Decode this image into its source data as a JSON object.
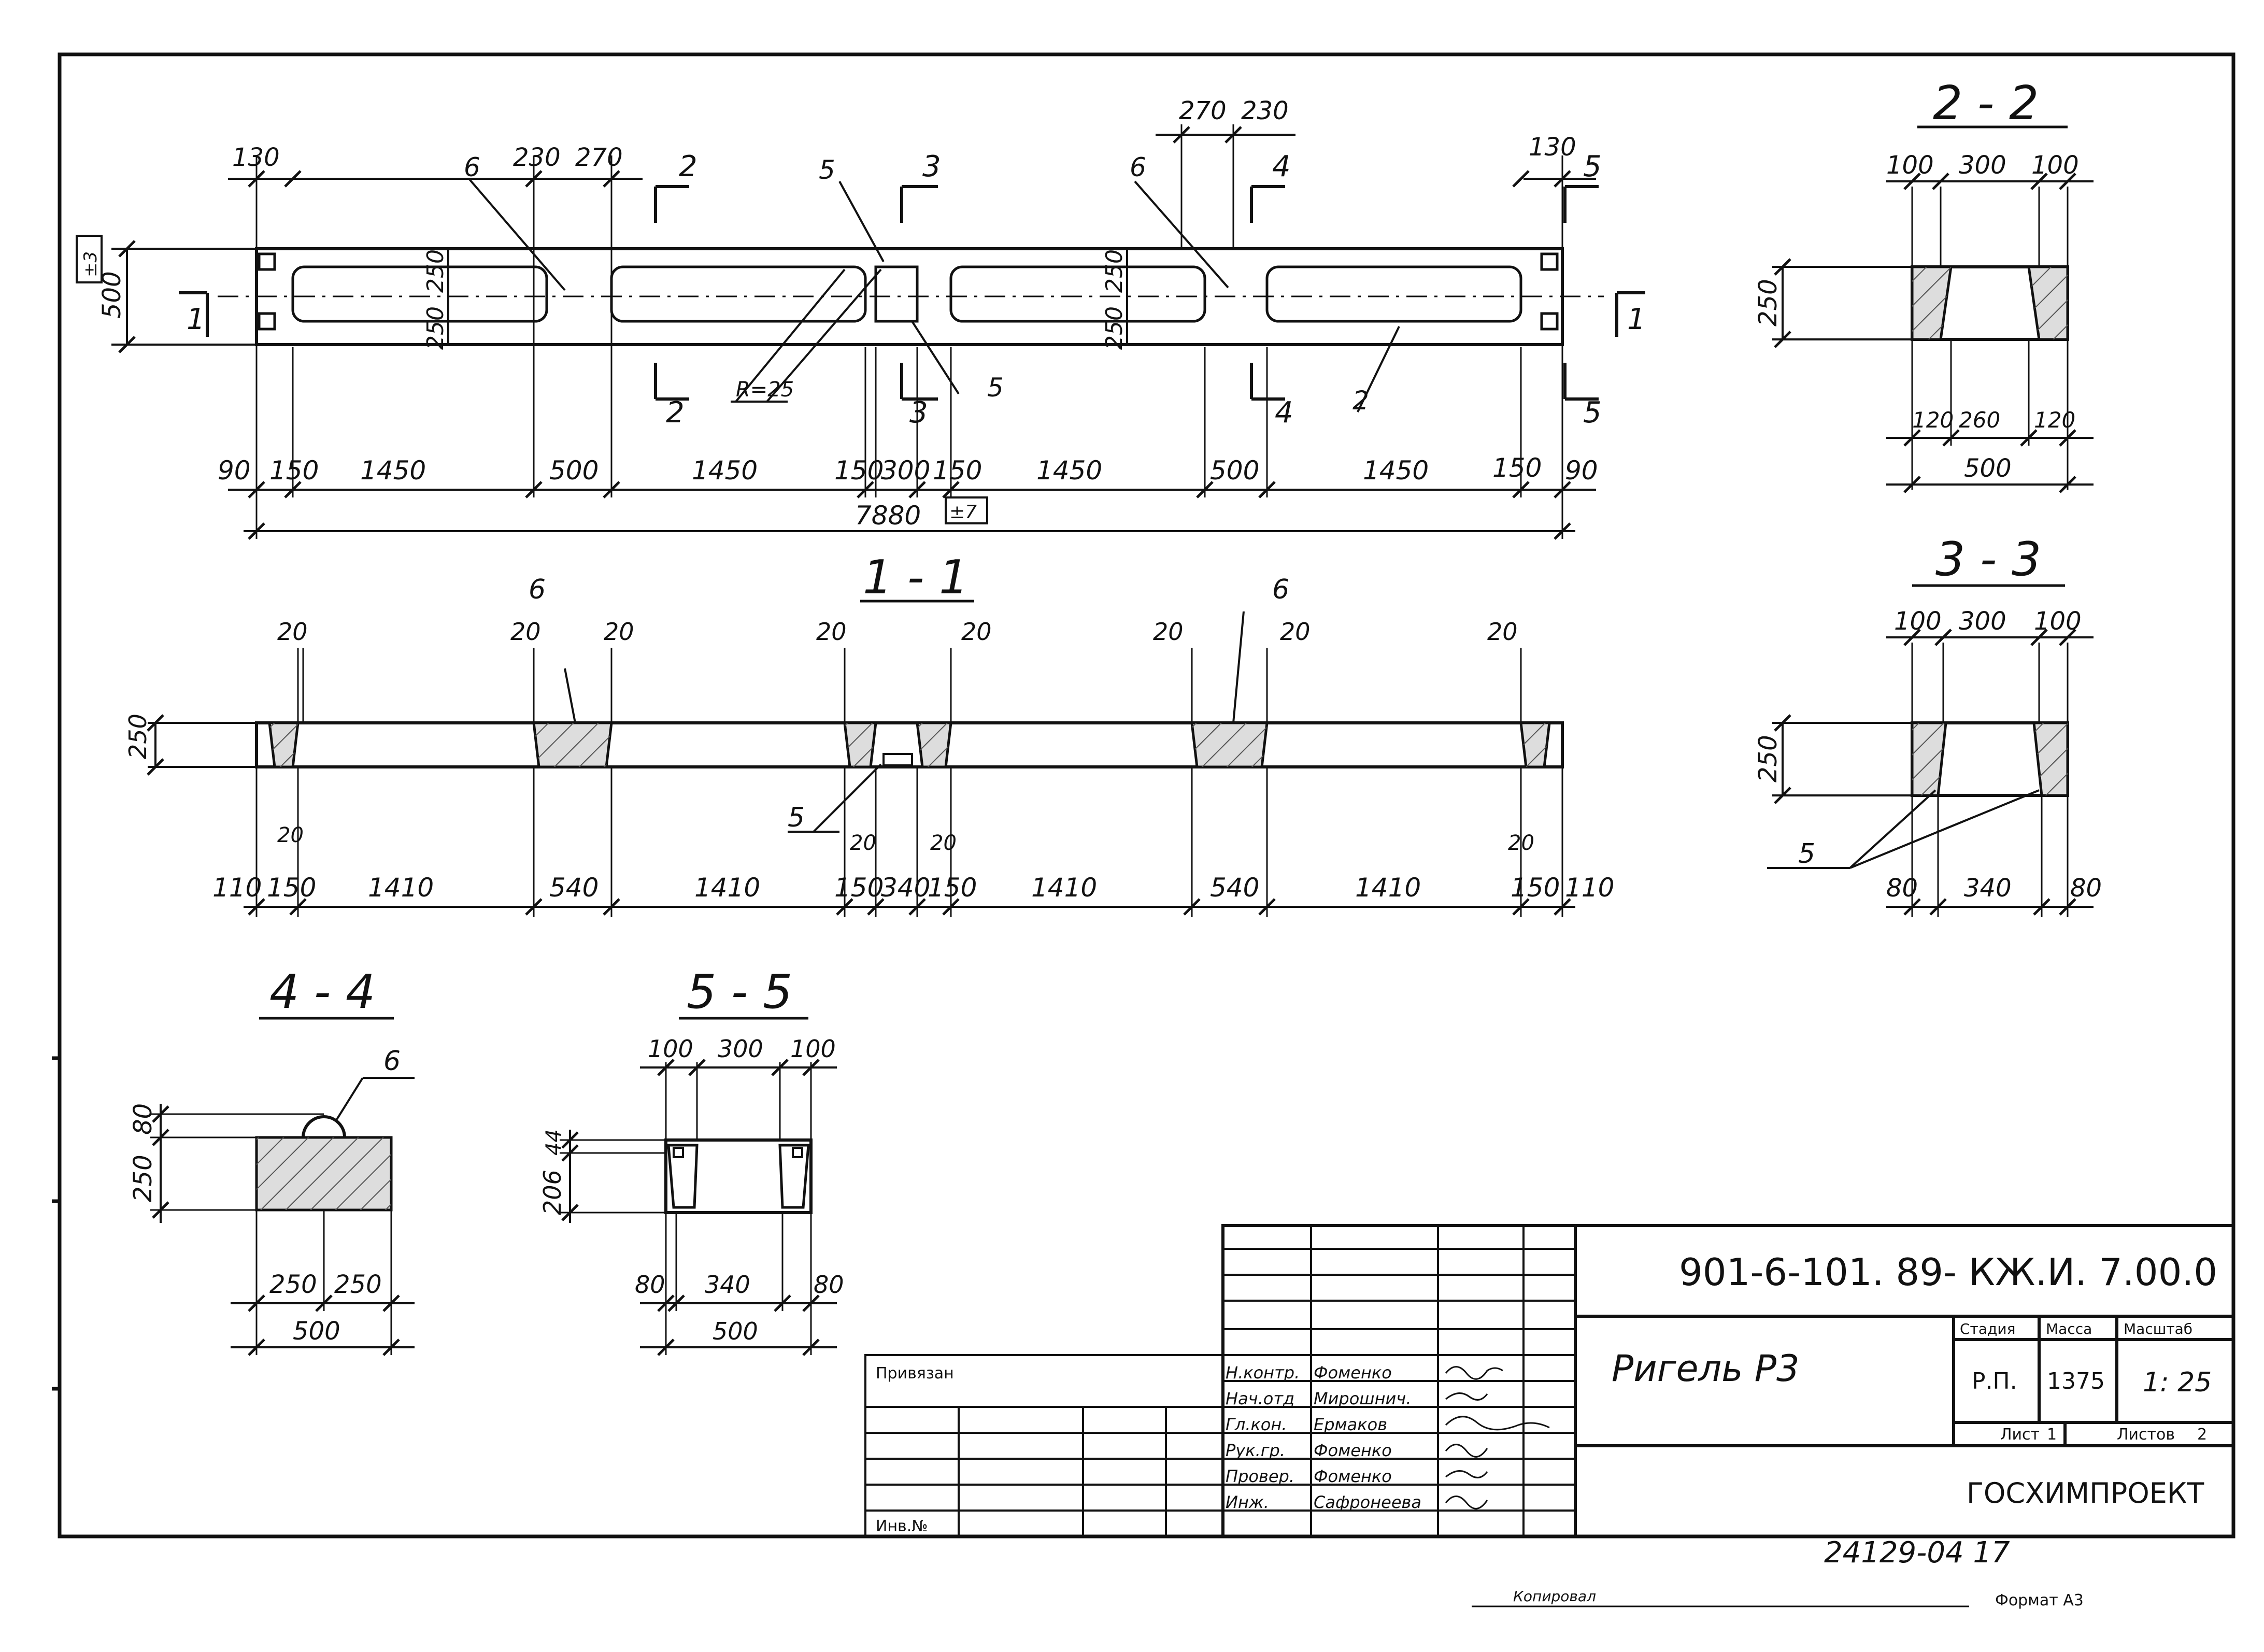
{
  "drawing_code": "901-6-101. 89- КЖ.И. 7.00.0",
  "title": "Ригель Р3",
  "organization": "ГОСХИМПРОЕКТ",
  "stage_header": "Стадия",
  "mass_header": "Масса",
  "scale_header": "Масштаб",
  "stage": "Р.П.",
  "mass": "1375",
  "scale": "1: 25",
  "sheet_label": "Лист",
  "sheet_num": "1",
  "sheets_label": "Листов",
  "sheets_num": "2",
  "privyazan": "Привязан",
  "inv_no": "Инв.№",
  "stamp_roles": [
    "Н.контр.",
    "Нач.отд",
    "Гл.кон.",
    "Рук.гр.",
    "Провер.",
    "Инж."
  ],
  "stamp_names": [
    "Фоменко",
    "Мирошнич.",
    "Ермаков",
    "Фоменко",
    "Фоменко",
    "Сафронеева"
  ],
  "bottom_number": "24129-04 17",
  "copy_label": "Копировал",
  "format_label": "Формат А3",
  "sections": {
    "s22": "2 - 2",
    "s33": "3 - 3",
    "s11": "1 - 1",
    "s44": "4 - 4",
    "s55": "5 - 5"
  },
  "plan": {
    "top_dims": [
      "130",
      "230",
      "270",
      "270",
      "230",
      "130"
    ],
    "bottom_dims": [
      "90",
      "150",
      "1450",
      "500",
      "1450",
      "150",
      "300",
      "150",
      "1450",
      "500",
      "1450",
      "150",
      "90"
    ],
    "total": "7880",
    "total_tol": "±7",
    "height": "500",
    "height_tol": "±3",
    "half_top": "250",
    "half_bottom": "250",
    "radius": "R=25",
    "leaders": [
      "6",
      "5",
      "6",
      "5",
      "2"
    ],
    "cut_marks": [
      "1",
      "2",
      "3",
      "4",
      "5"
    ]
  },
  "section11": {
    "top_dims": [
      "20",
      "20",
      "20",
      "20",
      "20",
      "20",
      "20",
      "20"
    ],
    "height": "250",
    "bottom_dims": [
      "110",
      "150",
      "1410",
      "540",
      "1410",
      "150",
      "340",
      "150",
      "1410",
      "540",
      "1410",
      "150",
      "110"
    ],
    "small_dims": [
      "20",
      "20",
      "20",
      "20"
    ],
    "leaders": [
      "6",
      "6",
      "5"
    ]
  },
  "section22": {
    "top_dims": [
      "100",
      "300",
      "100"
    ],
    "height": "250",
    "bottom_dims": [
      "120",
      "260",
      "120"
    ],
    "total": "500"
  },
  "section33": {
    "top_dims": [
      "100",
      "300",
      "100"
    ],
    "height": "250",
    "bottom_dims": [
      "80",
      "340",
      "80"
    ],
    "leader": "5"
  },
  "section44": {
    "heights": [
      "80",
      "250"
    ],
    "bottom_dims": [
      "250",
      "250"
    ],
    "total": "500",
    "leader": "6"
  },
  "section55": {
    "top_dims": [
      "100",
      "300",
      "100"
    ],
    "heights": [
      "44",
      "206"
    ],
    "bottom_dims": [
      "80",
      "340",
      "80"
    ],
    "total": "500"
  }
}
